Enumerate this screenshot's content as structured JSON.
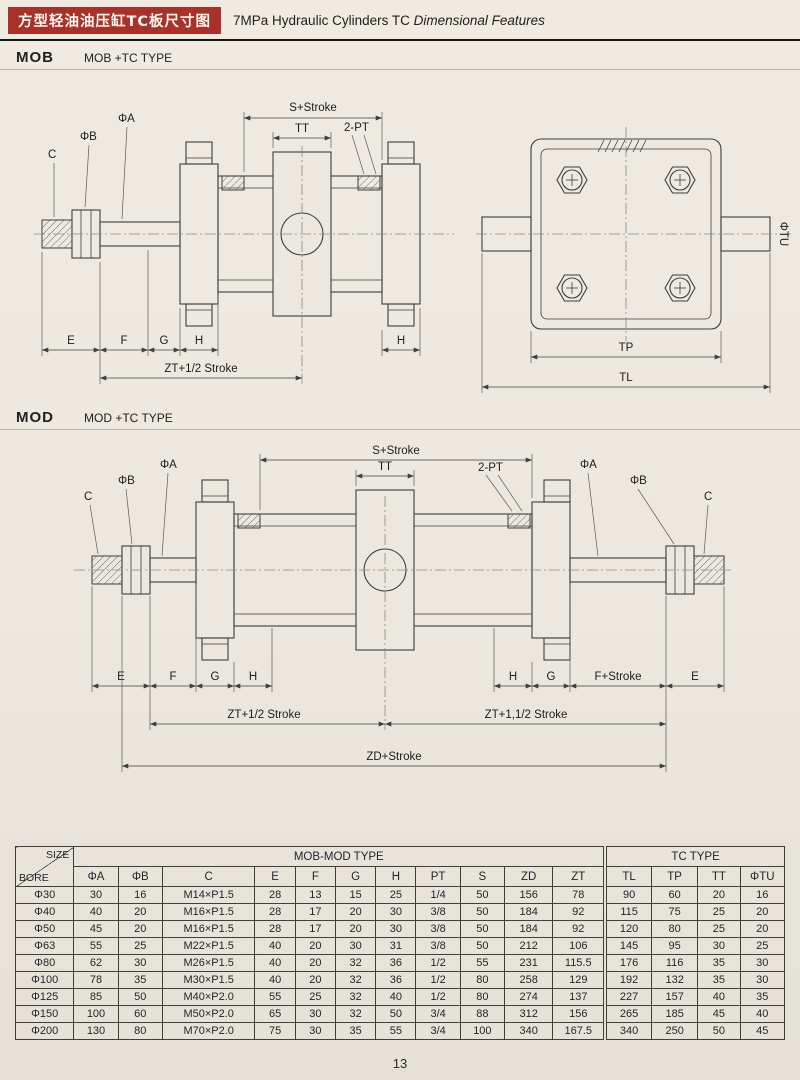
{
  "page": {
    "badge_title_cn": "方型轻油油压缸TC板尺寸图",
    "title_en": "7MPa Hydraulic Cylinders TC",
    "title_en_italic": "Dimensional Features",
    "badge_color": "#a8322a",
    "page_number": "13"
  },
  "mob": {
    "code": "MOB",
    "type_label": "MOB +TC TYPE",
    "side": {
      "s_stroke": "S+Stroke",
      "tt": "TT",
      "two_pt": "2-PT",
      "phi_a": "ΦA",
      "phi_b": "ΦB",
      "c": "C",
      "e": "E",
      "f": "F",
      "g": "G",
      "h_front": "H",
      "h_rear": "H",
      "zt_half_stroke": "ZT+1/2 Stroke"
    },
    "front": {
      "phi_tu": "ΦTU",
      "tp": "TP",
      "tl": "TL"
    }
  },
  "mod": {
    "code": "MOD",
    "type_label": "MOD +TC TYPE",
    "labels": {
      "s_stroke": "S+Stroke",
      "tt": "TT",
      "two_pt": "2-PT",
      "phi_a_left": "ΦA",
      "phi_b_left": "ΦB",
      "c_left": "C",
      "phi_a_right": "ΦA",
      "phi_b_right": "ΦB",
      "c_right": "C",
      "e_left": "E",
      "f_left": "F",
      "g_left": "G",
      "h_left": "H",
      "h_right": "H",
      "g_right": "G",
      "f_stroke": "F+Stroke",
      "e_right": "E",
      "zt_left": "ZT+1/2 Stroke",
      "zt_right": "ZT+1,1/2 Stroke",
      "zd_stroke": "ZD+Stroke"
    }
  },
  "table": {
    "group_mob_mod": "MOB-MOD TYPE",
    "group_tc": "TC TYPE",
    "size_label": "SIZE",
    "bore_label": "BORE",
    "columns": [
      "ΦA",
      "ΦB",
      "C",
      "E",
      "F",
      "G",
      "H",
      "PT",
      "S",
      "ZD",
      "ZT",
      "TL",
      "TP",
      "TT",
      "ΦTU"
    ],
    "rows": [
      {
        "bore": "Φ30",
        "values": [
          "30",
          "16",
          "M14×P1.5",
          "28",
          "13",
          "15",
          "25",
          "1/4",
          "50",
          "156",
          "78",
          "90",
          "60",
          "20",
          "16"
        ]
      },
      {
        "bore": "Φ40",
        "values": [
          "40",
          "20",
          "M16×P1.5",
          "28",
          "17",
          "20",
          "30",
          "3/8",
          "50",
          "184",
          "92",
          "115",
          "75",
          "25",
          "20"
        ]
      },
      {
        "bore": "Φ50",
        "values": [
          "45",
          "20",
          "M16×P1.5",
          "28",
          "17",
          "20",
          "30",
          "3/8",
          "50",
          "184",
          "92",
          "120",
          "80",
          "25",
          "20"
        ]
      },
      {
        "bore": "Φ63",
        "values": [
          "55",
          "25",
          "M22×P1.5",
          "40",
          "20",
          "30",
          "31",
          "3/8",
          "50",
          "212",
          "106",
          "145",
          "95",
          "30",
          "25"
        ]
      },
      {
        "bore": "Φ80",
        "values": [
          "62",
          "30",
          "M26×P1.5",
          "40",
          "20",
          "32",
          "36",
          "1/2",
          "55",
          "231",
          "115.5",
          "176",
          "116",
          "35",
          "30"
        ]
      },
      {
        "bore": "Φ100",
        "values": [
          "78",
          "35",
          "M30×P1.5",
          "40",
          "20",
          "32",
          "36",
          "1/2",
          "80",
          "258",
          "129",
          "192",
          "132",
          "35",
          "30"
        ]
      },
      {
        "bore": "Φ125",
        "values": [
          "85",
          "50",
          "M40×P2.0",
          "55",
          "25",
          "32",
          "40",
          "1/2",
          "80",
          "274",
          "137",
          "227",
          "157",
          "40",
          "35"
        ]
      },
      {
        "bore": "Φ150",
        "values": [
          "100",
          "60",
          "M50×P2.0",
          "65",
          "30",
          "32",
          "50",
          "3/4",
          "88",
          "312",
          "156",
          "265",
          "185",
          "45",
          "40"
        ]
      },
      {
        "bore": "Φ200",
        "values": [
          "130",
          "80",
          "M70×P2.0",
          "75",
          "30",
          "35",
          "55",
          "3/4",
          "100",
          "340",
          "167.5",
          "340",
          "250",
          "50",
          "45"
        ]
      }
    ]
  }
}
